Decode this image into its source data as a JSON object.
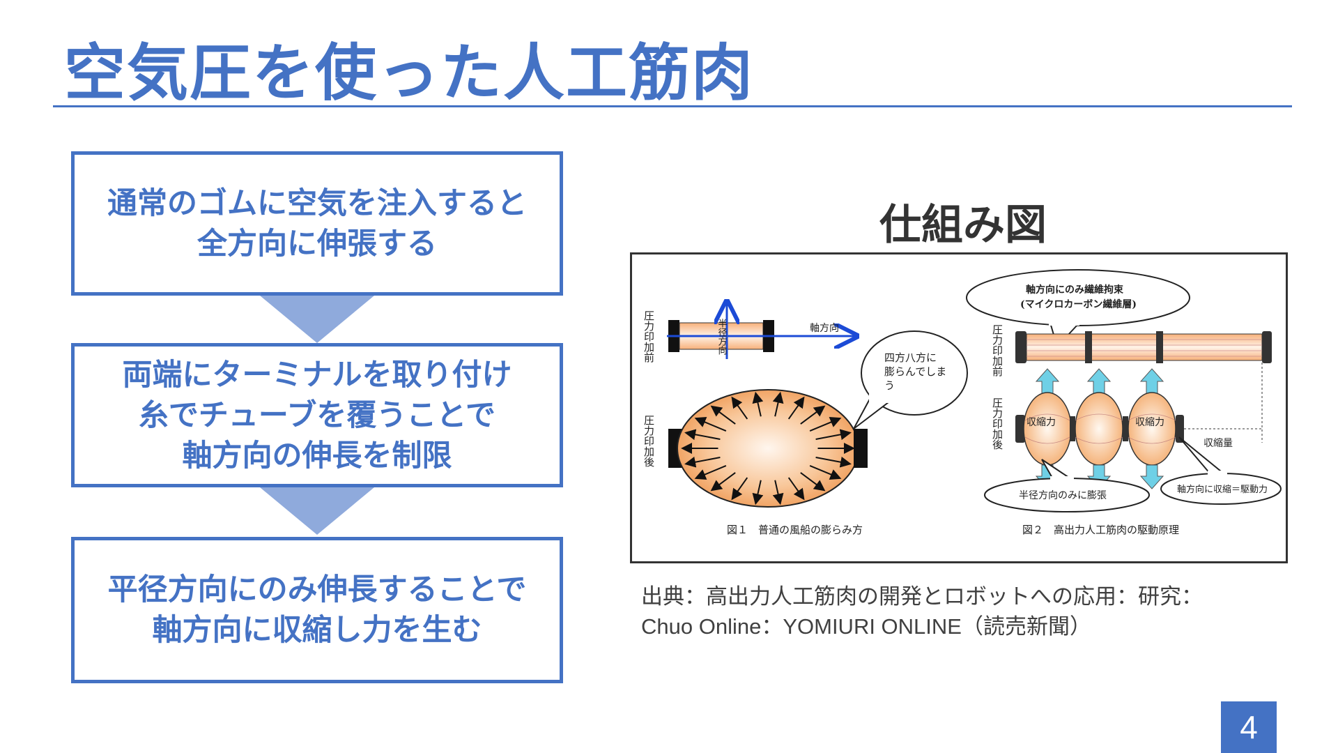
{
  "slide": {
    "title": "空気圧を使った人工筋肉",
    "page_number": "4"
  },
  "flow": {
    "steps": [
      {
        "text": "通常のゴムに空気を注入すると\n全方向に伸張する"
      },
      {
        "text": "両端にターミナルを取り付け\n糸でチューブを覆うことで\n軸方向の伸長を制限"
      },
      {
        "text": "平径方向にのみ伸長することで\n軸方向に収縮し力を生む"
      }
    ]
  },
  "figure": {
    "title": "仕組み図",
    "caption": "出典：高出力人工筋肉の開発とロボットへの応用：研究：\nChuo Online：YOMIURI ONLINE（読売新聞）",
    "fig1": {
      "label_before": "圧力印加前",
      "label_after": "圧力印加後",
      "radial": "半径方向",
      "axial": "軸方向",
      "bubble": "四方八方に膨らんでしまう",
      "caption": "図１　普通の風船の膨らみ方"
    },
    "fig2": {
      "bubble_top_line1": "軸方向にのみ繊維拘束",
      "bubble_top_line2": "(マイクロカーボン繊維層)",
      "label_before": "圧力印加前",
      "label_after": "圧力印加後",
      "contraction_left": "収縮力",
      "contraction_right": "収縮力",
      "contraction_amount": "収縮量",
      "bubble_bottom_left": "半径方向のみに膨張",
      "bubble_bottom_right": "軸方向に収縮＝駆動力",
      "caption": "図２　高出力人工筋肉の駆動原理"
    }
  },
  "colors": {
    "accent": "#4472c4",
    "arrow_fill": "#8faadc",
    "balloon_orange": "#f4a868",
    "pressure_arrow": "#6fd0e6"
  }
}
